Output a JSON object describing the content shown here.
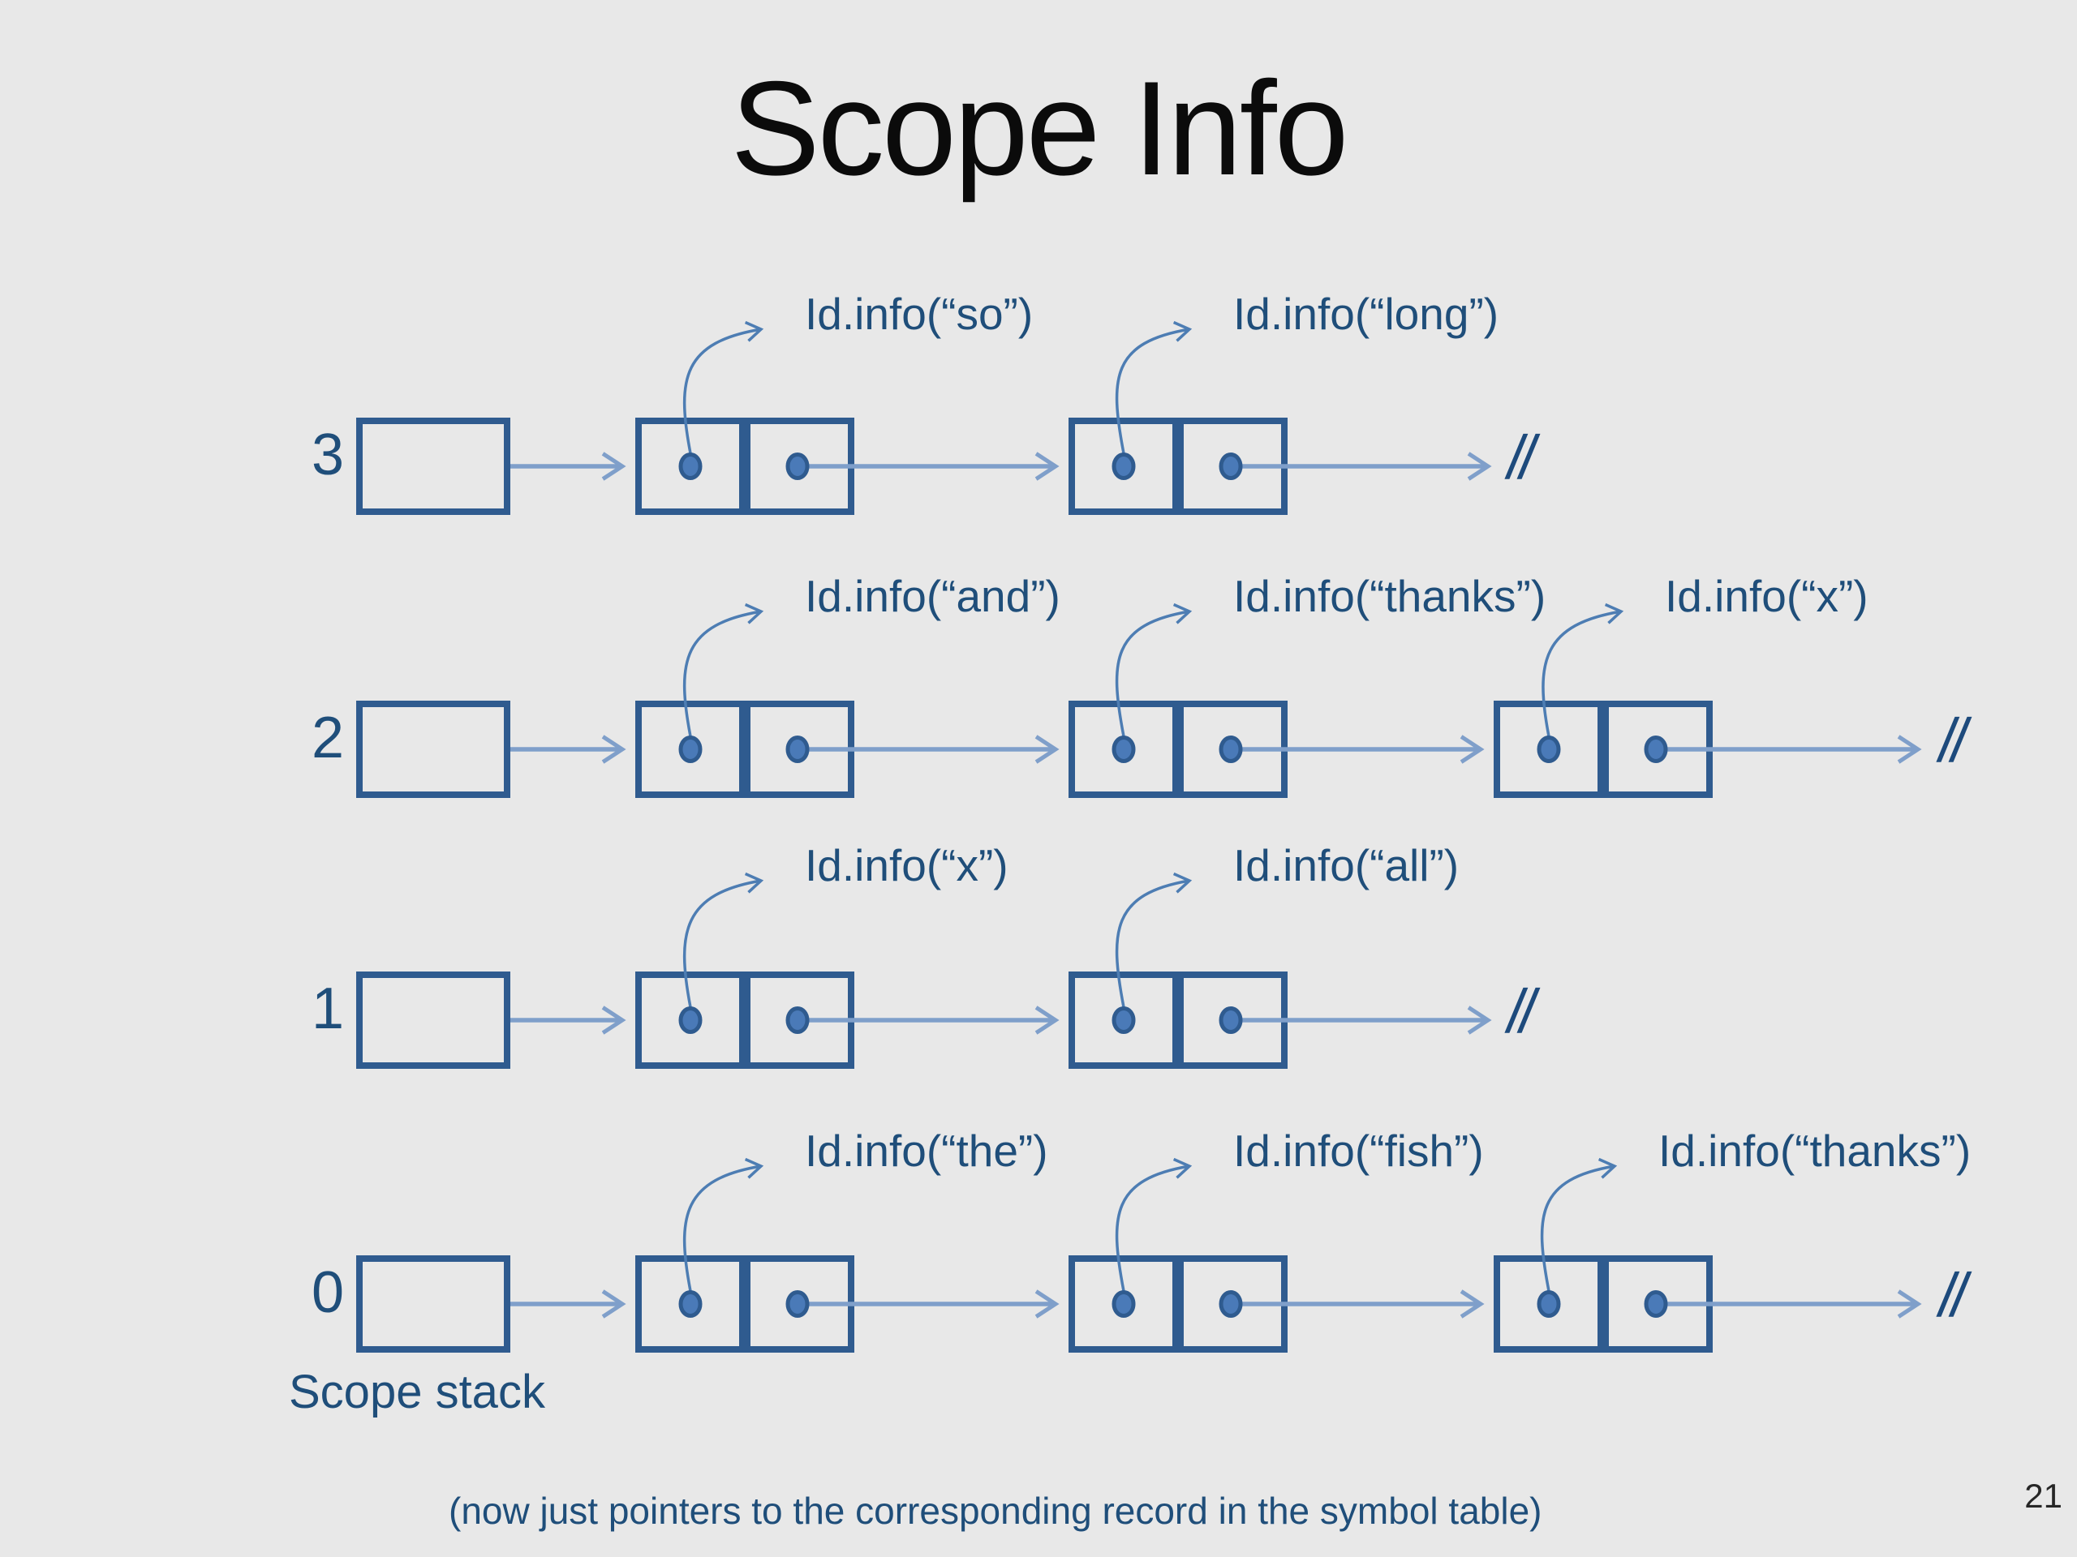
{
  "slide": {
    "title": "Scope Info",
    "page_number": "21",
    "caption": "(now just pointers to the corresponding record in the symbol table)",
    "scope_stack_label": "Scope stack",
    "null_marker": "//"
  },
  "rows": [
    {
      "index": "3",
      "labels": [
        "Id.info(“so”)",
        "Id.info(“long”)"
      ]
    },
    {
      "index": "2",
      "labels": [
        "Id.info(“and”)",
        "Id.info(“thanks”)",
        "Id.info(“x”)"
      ]
    },
    {
      "index": "1",
      "labels": [
        "Id.info(“x”)",
        "Id.info(“all”)"
      ]
    },
    {
      "index": "0",
      "labels": [
        "Id.info(“the”)",
        "Id.info(“fish”)",
        "Id.info(“thanks”)"
      ]
    }
  ],
  "colors": {
    "background": "#e8e8e8",
    "box_border": "#2f5b8f",
    "dot_fill": "#4a7ab8",
    "arrow": "#7f9fca",
    "curve_arrow": "#4d7db3",
    "text": "#1f4e7a",
    "title": "#0b0b0b"
  }
}
